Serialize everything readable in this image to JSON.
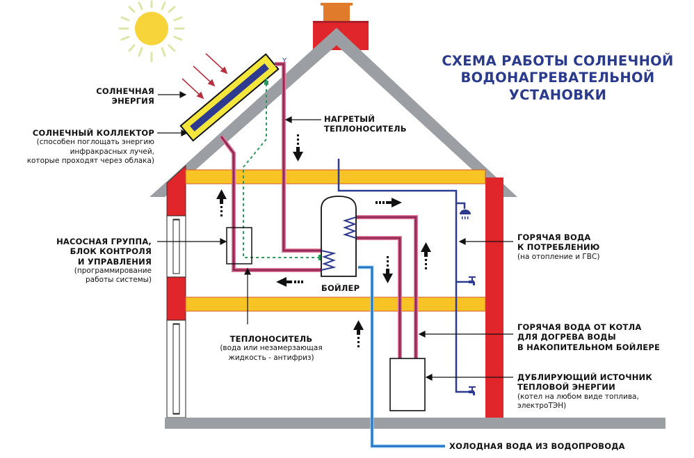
{
  "title": {
    "line1": "СХЕМА РАБОТЫ СОЛНЕЧНОЙ",
    "line2": "ВОДОНАГРЕВАТЕЛЬНОЙ",
    "line3": "УСТАНОВКИ"
  },
  "labels": {
    "solar_energy": {
      "line1": "СОЛНЕЧНАЯ",
      "line2": "ЭНЕРГИЯ"
    },
    "solar_collector": {
      "title": "СОЛНЕЧНЫЙ КОЛЛЕКТОР",
      "note1": "(способен поглощать энергию",
      "note2": "инфракрасных лучей,",
      "note3": "которые проходят через облака)"
    },
    "heated_carrier": {
      "line1": "НАГРЕТЫЙ",
      "line2": "ТЕПЛОНОСИТЕЛЬ"
    },
    "pump_group": {
      "line1": "НАСОСНАЯ ГРУППА,",
      "line2": "БЛОК КОНТРОЛЯ",
      "line3": "И УПРАВЛЕНИЯ",
      "note1": "(программирование",
      "note2": "работы системы)"
    },
    "boiler": "БОЙЛЕР",
    "heat_carrier": {
      "title": "ТЕПЛОНОСИТЕЛЬ",
      "note1": "(вода или незамерзающая",
      "note2": "жидкость - антифриз)"
    },
    "hot_water_consumption": {
      "line1": "ГОРЯЧАЯ ВОДА",
      "line2": "К ПОТРЕБЛЕНИЮ",
      "note": "(на отопление и ГВС)"
    },
    "hot_water_boiler": {
      "line1": "ГОРЯЧАЯ ВОДА ОТ КОТЛА",
      "line2": "ДЛЯ ДОГРЕВА ВОДЫ",
      "line3": "В НАКОПИТЕЛЬНОМ БОЙЛЕРЕ"
    },
    "backup_source": {
      "line1": "ДУБЛИРУЮЩИЙ ИСТОЧНИК",
      "line2": "ТЕПЛОВОЙ ЭНЕРГИИ",
      "note1": "(котел на любом виде топлива,",
      "note2": "электроТЭН)"
    },
    "cold_water": "ХОЛОДНАЯ ВОДА ИЗ ВОДОПРОВОДА"
  },
  "colors": {
    "title": "#2a3a8c",
    "roof": "#9b9ea3",
    "wall": "#e0262b",
    "floor_slab": "#f7c325",
    "hot_pipe": "#8e2a55",
    "hot_pipe_outline": "#e57a9a",
    "cold_pipe": "#1f6fc0",
    "consumer_pipe": "#2d3a8f",
    "sun": "#f7d43a",
    "sun_rays": "#dde6a6",
    "chimney": "#e07b2c",
    "control_line": "#2a9a5a",
    "ray_arrow": "#b83040"
  }
}
